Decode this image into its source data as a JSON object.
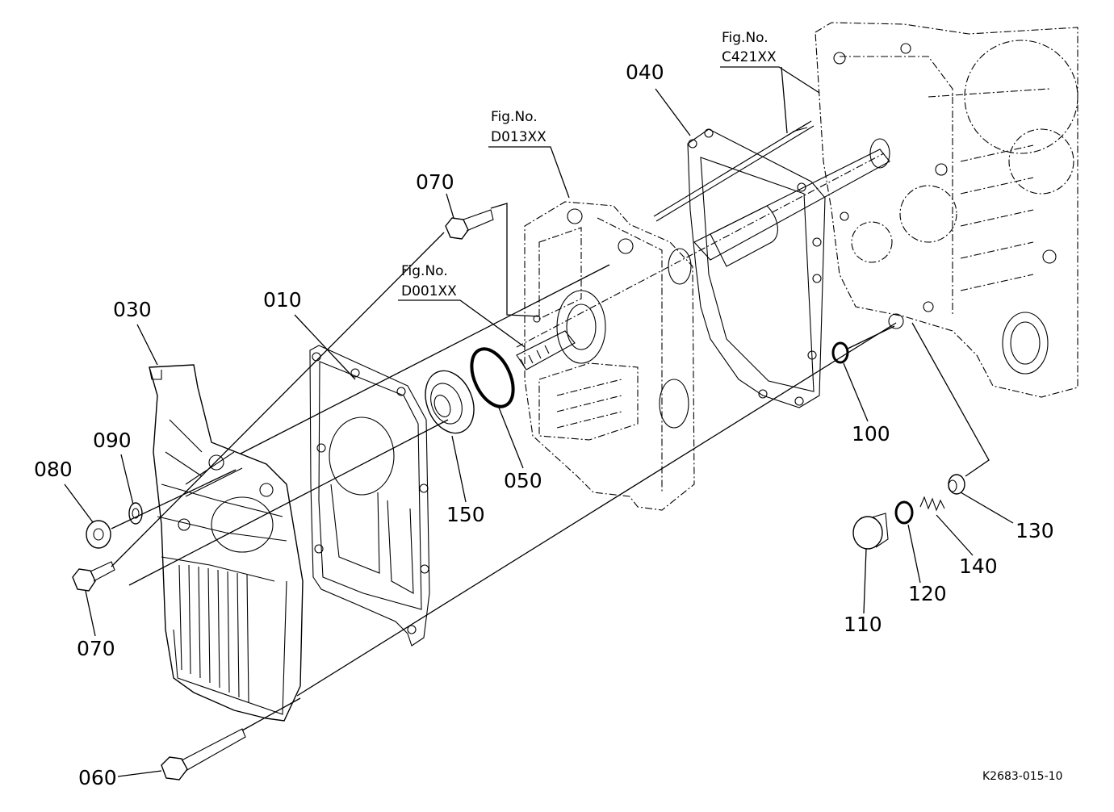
{
  "diagram": {
    "drawing_code": "K2683-015-10",
    "figure_refs": [
      {
        "fig_label": "Fig.No.",
        "fig_code": "C421XX"
      },
      {
        "fig_label": "Fig.No.",
        "fig_code": "D013XX"
      },
      {
        "fig_label": "Fig.No.",
        "fig_code": "D001XX"
      }
    ],
    "callouts": {
      "p010": "010",
      "p030": "030",
      "p040": "040",
      "p050": "050",
      "p060": "060",
      "p070a": "070",
      "p070b": "070",
      "p080": "080",
      "p090": "090",
      "p100": "100",
      "p110": "110",
      "p120": "120",
      "p130": "130",
      "p140": "140",
      "p150": "150"
    }
  }
}
